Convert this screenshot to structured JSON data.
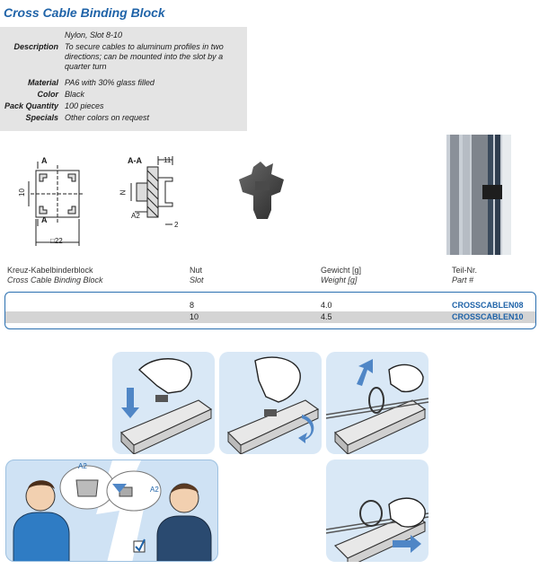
{
  "title": "Cross Cable Binding Block",
  "specs": [
    {
      "label": "",
      "value": "Nylon, Slot 8-10"
    },
    {
      "label": "Description",
      "value": "To secure cables to aluminum profiles in two directions; can be mounted into the slot by a quarter turn"
    },
    {
      "label": "Material",
      "value": "PA6 with 30% glass filled"
    },
    {
      "label": "Color",
      "value": "Black"
    },
    {
      "label": "Pack Quantity",
      "value": "100 pieces"
    },
    {
      "label": "Specials",
      "value": "Other colors on request"
    }
  ],
  "drawing": {
    "section_a": "A",
    "section_aa": "A-A",
    "dim_10": "10",
    "dim_22": "□22",
    "dim_11": "11",
    "dim_n": "N",
    "dim_a2": "A2",
    "dim_2": "2",
    "inset_a2": "A2"
  },
  "table": {
    "headers": [
      {
        "de": "Kreuz-Kabelbinderblock",
        "en": "Cross Cable Binding Block"
      },
      {
        "de": "Nut",
        "en": "Slot"
      },
      {
        "de": "Gewicht [g]",
        "en": "Weight [g]"
      },
      {
        "de": "Teil-Nr.",
        "en": "Part #"
      }
    ],
    "rows": [
      {
        "slot": "8",
        "weight": "4.0",
        "part": "CROSSCABLEN08"
      },
      {
        "slot": "10",
        "weight": "4.5",
        "part": "CROSSCABLEN10"
      }
    ]
  },
  "colors": {
    "accent": "#1f63a8",
    "panel": "#d9e8f6",
    "spec_bg": "#e4e4e4"
  }
}
